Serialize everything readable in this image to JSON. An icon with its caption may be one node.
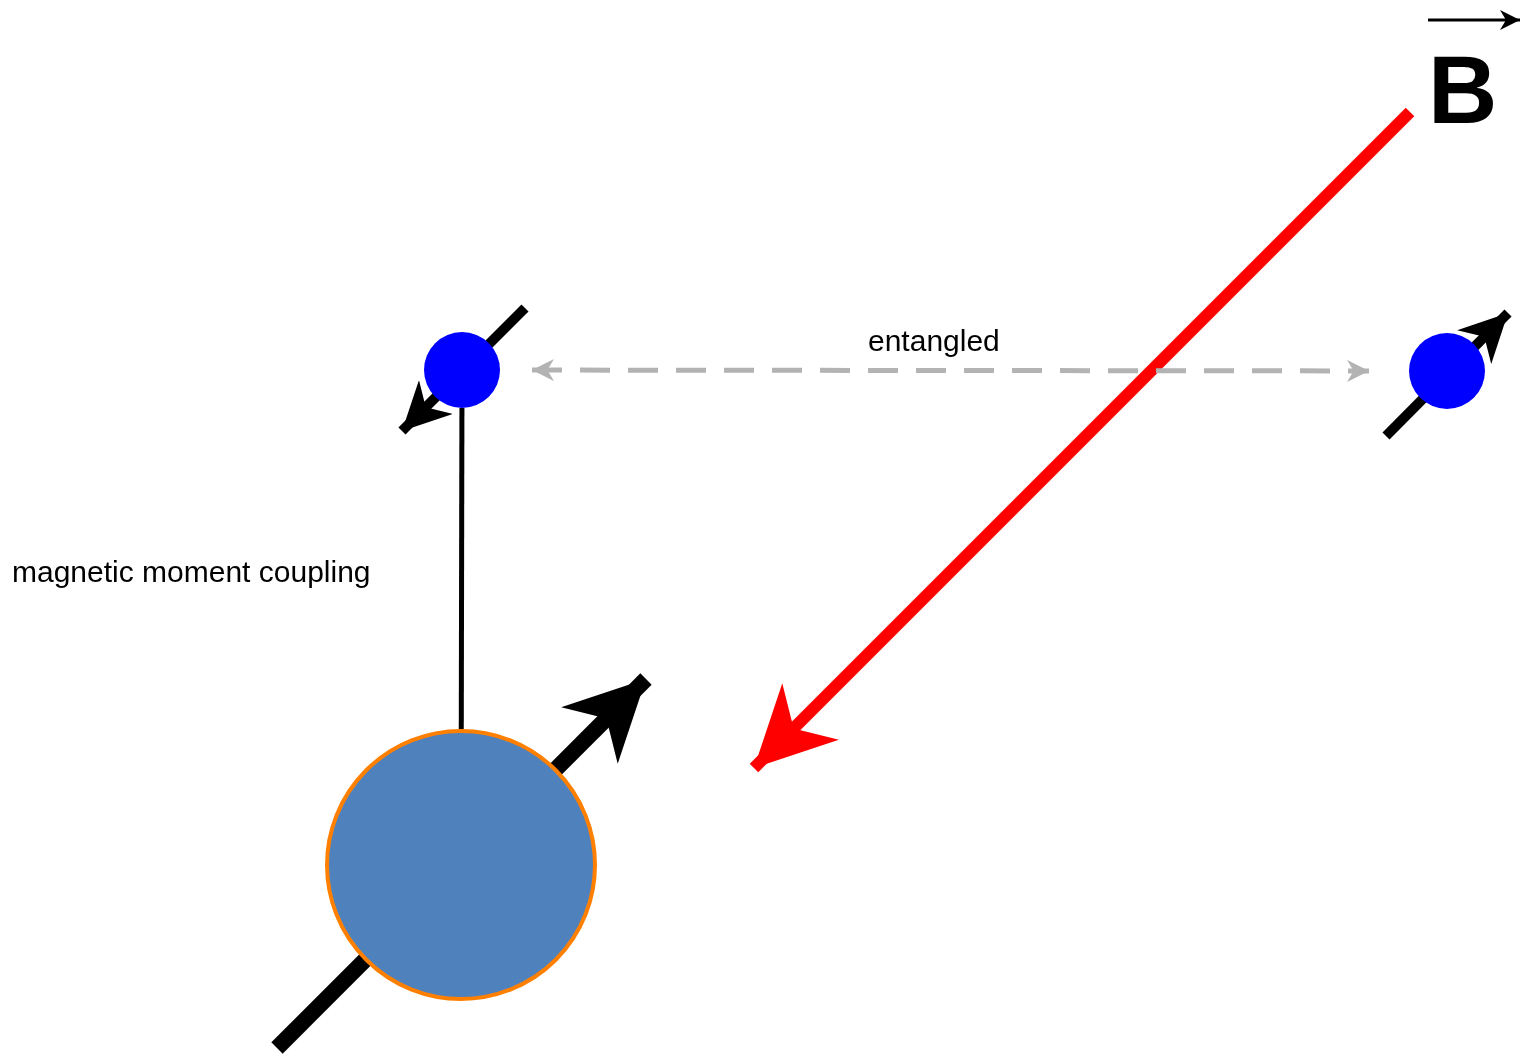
{
  "diagram": {
    "nodes": [
      {
        "text": [],
        "shape": "circle"
      },
      {
        "text": [],
        "shape": "circle"
      },
      {
        "text": [],
        "shape": "circle"
      }
    ],
    "edges": [
      {
        "from": 0,
        "to": 1,
        "arrow": "both",
        "label": "entangled",
        "style": "dashed",
        "color": "#b3b3b3"
      },
      {
        "from": 0,
        "to": 2,
        "arrow": "none",
        "label": "magnetic moment coupling",
        "color": "#000000"
      }
    ],
    "labels": [
      "B"
    ]
  }
}
